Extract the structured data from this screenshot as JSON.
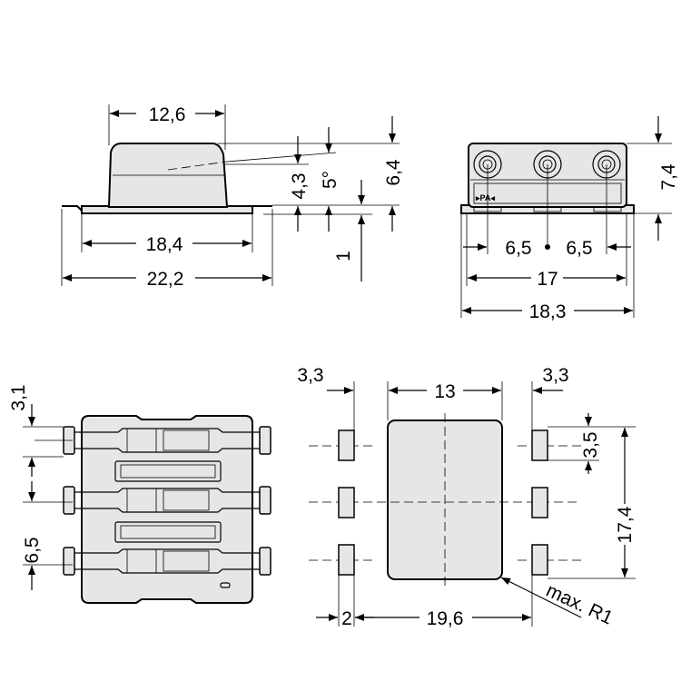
{
  "side_view": {
    "width_top": "12,6",
    "inner_base": "18,4",
    "outer_base": "22,2",
    "height_body": "4,3",
    "angle": "5°",
    "height_total": "6,4",
    "foot": "1"
  },
  "front_view": {
    "height": "7,4",
    "pitch_left": "6,5",
    "pitch_right": "6,5",
    "inner_width": "17",
    "outer_width": "18,3",
    "marking": "▸PA◂"
  },
  "top_view": {
    "edge_offset": "3,1",
    "pitch": "6,5"
  },
  "footprint": {
    "pad_offset_left": "3,3",
    "body_width": "13",
    "pad_offset_right": "3,3",
    "pad_length": "3,5",
    "total_height": "17,4",
    "pad_width": "2",
    "pad_span": "19,6",
    "radius_note": "max. R1"
  }
}
